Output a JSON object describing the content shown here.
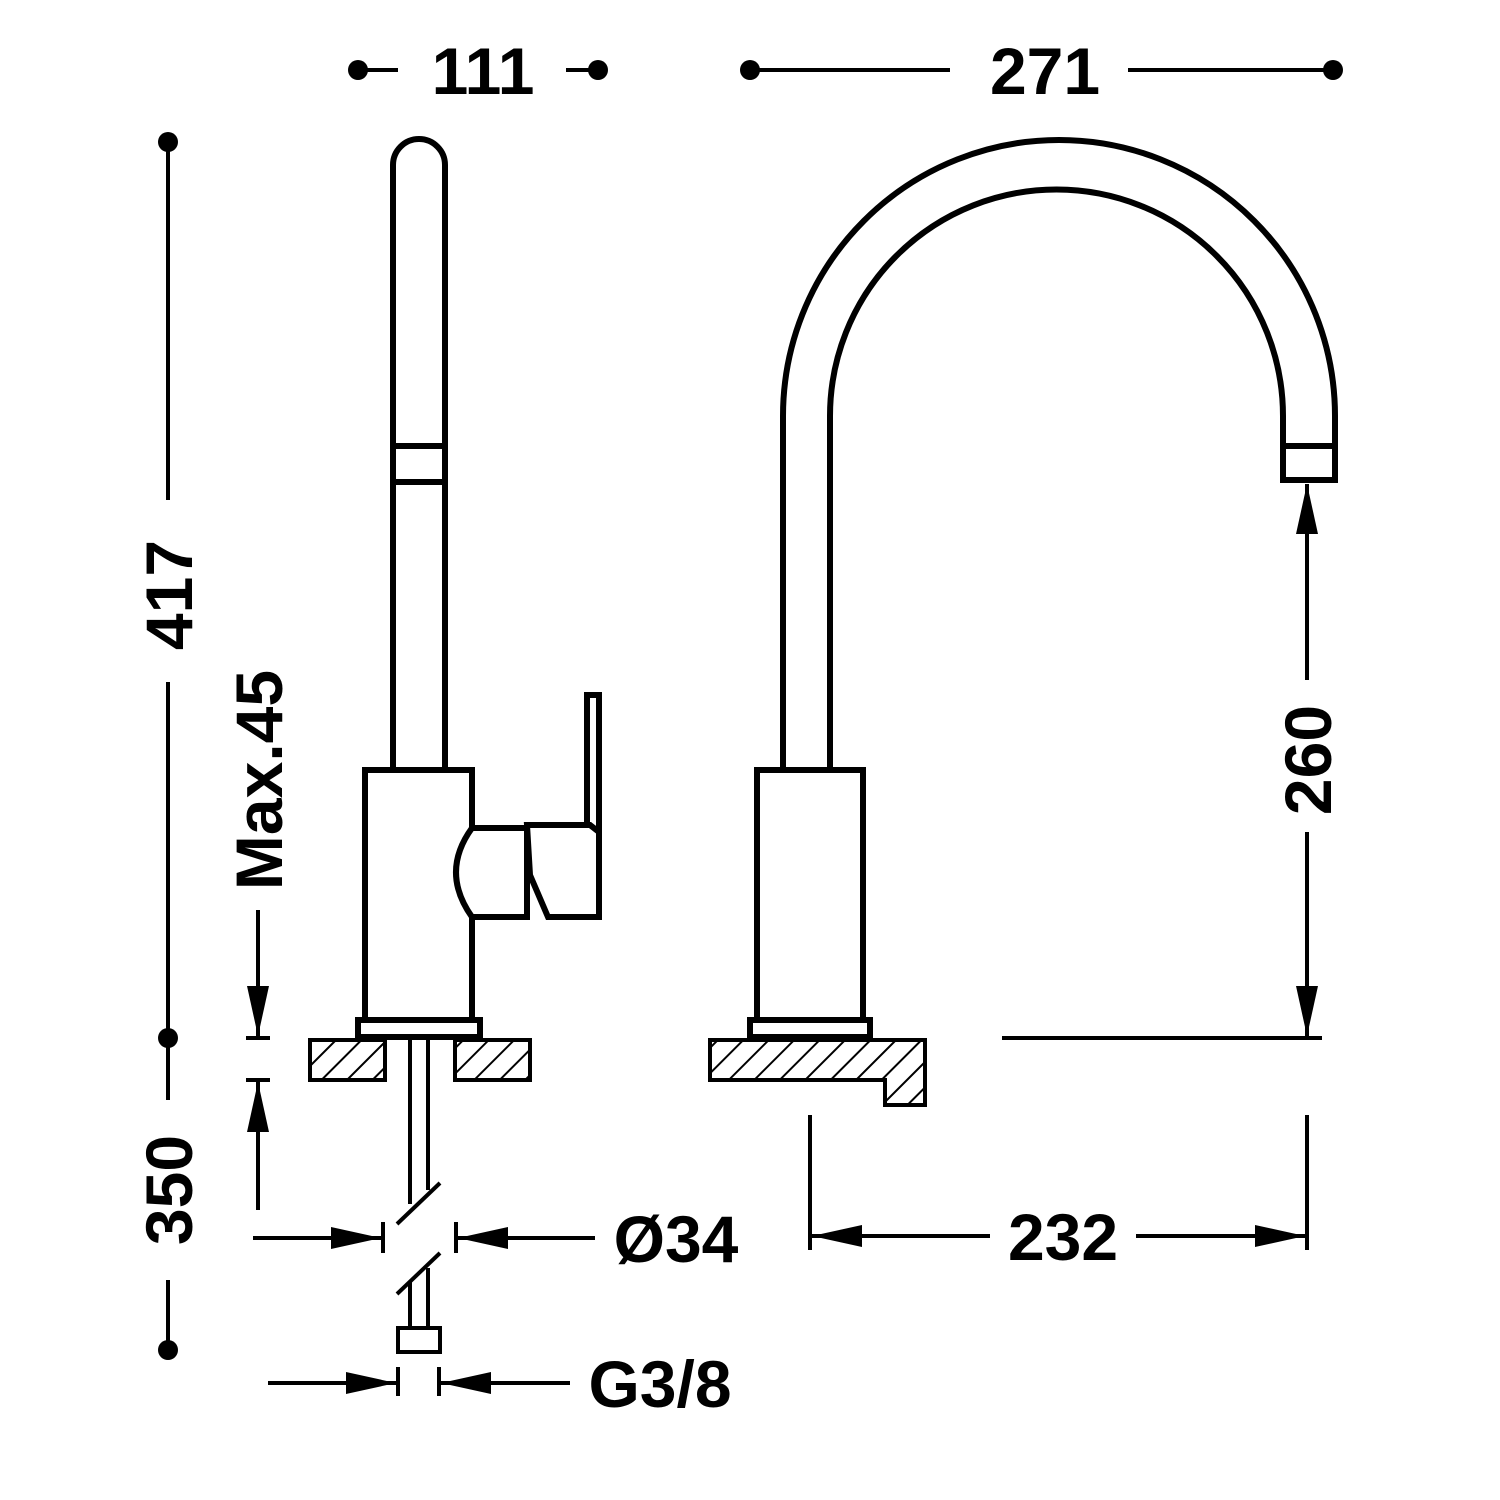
{
  "dimensions": {
    "width_total": "111",
    "reach": "271",
    "height_total": "417",
    "max_deck": "Max.45",
    "hose_length": "350",
    "hole_diameter": "Ø34",
    "connection": "G3/8",
    "spout_height": "260",
    "spout_reach": "232"
  },
  "colors": {
    "line": "#000000",
    "background": "#ffffff"
  }
}
